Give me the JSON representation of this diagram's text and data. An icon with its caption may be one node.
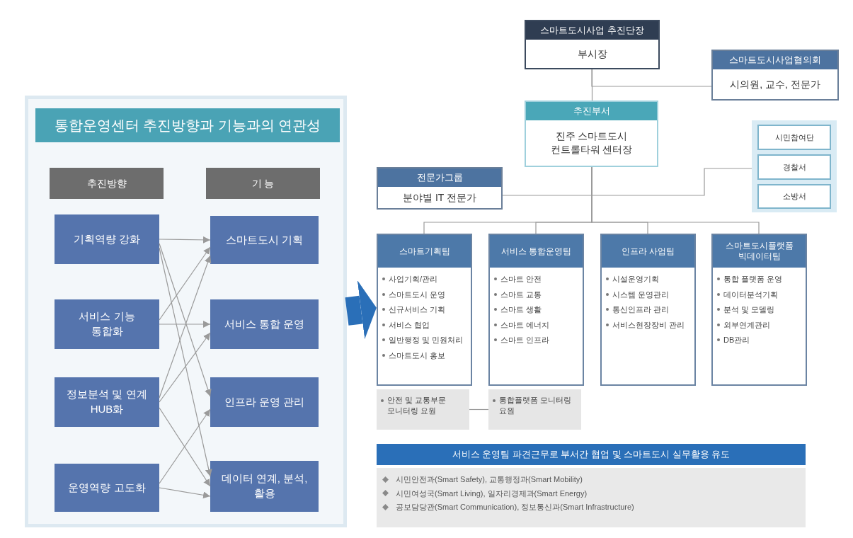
{
  "diagram": {
    "nodes": [
      {
        "text": [
          "통합운영센터 추진방향과 기능과의 연관성"
        ]
      },
      {
        "text": [
          "추진방향"
        ],
        "in": 0
      },
      {
        "text": [
          "기 능"
        ],
        "in": 0
      },
      {
        "text": [
          "기획역량 강화"
        ],
        "in": 0
      },
      {
        "text": [
          "서비스 기능 통합화"
        ],
        "in": 0
      },
      {
        "text": [
          "정보분석 및 연계 HUB화"
        ],
        "in": 0
      },
      {
        "text": [
          "운영역량 고도화"
        ],
        "in": 0
      },
      {
        "text": [
          "스마트도시 기획"
        ],
        "in": 0
      },
      {
        "text": [
          "서비스 통합 운영"
        ],
        "in": 0
      },
      {
        "text": [
          "인프라 운영 관리"
        ],
        "in": 0
      },
      {
        "text": [
          "데이터 연계, 분석, 활용"
        ],
        "in": 0
      },
      {
        "text": [
          "스마트도시사업 추진단장",
          "부시장"
        ]
      },
      {
        "text": [
          "스마트도시사업협의회",
          "시의원, 교수, 전문가"
        ]
      },
      {
        "text": [
          "추진부서",
          "진주 스마트도시 컨트롤타워 센터장"
        ]
      },
      {
        "text": [],
        "shape": "box"
      },
      {
        "text": [
          "시민참여단"
        ],
        "in": 14
      },
      {
        "text": [
          "경찰서"
        ],
        "in": 14
      },
      {
        "text": [
          "소방서"
        ],
        "in": 14
      },
      {
        "text": [
          "전문가그룹",
          "분야별 IT 전문가"
        ]
      },
      {
        "text": [
          "스마트기획팀",
          "사업기획/관리",
          "스마트도시 운영",
          "신규서비스 기획",
          "서비스 협업",
          "일반행정 및 민원처리",
          "스마트도시 홍보"
        ]
      },
      {
        "text": [
          "서비스 통합운영팀",
          "스마트 안전",
          "스마트 교통",
          "스마트 생활",
          "스마트 에너지",
          "스마트 인프라"
        ]
      },
      {
        "text": [
          "인프라 사업팀",
          "시설운영기획",
          "시스템 운영관리",
          "통신인프라 관리",
          "서비스현장장비 관리"
        ]
      },
      {
        "text": [
          "스마트도시플랫폼 빅데이터팀",
          "통합 플랫폼 운영",
          "데이터분석기획",
          "분석 및 모델링",
          "외부연계관리",
          "DB관리"
        ]
      },
      {
        "text": [
          "안전 및 교통부문 모니터링 요원"
        ]
      },
      {
        "text": [
          "통합플랫폼 모니터링 요원"
        ]
      },
      {
        "text": [
          "서비스 운영팀 파견근무로 부서간 협업 및 스마트도시 실무활용 유도",
          "시민안전과(Smart Safety), 교통행정과(Smart Mobility)",
          "시민여성국(Smart Living), 일자리경제과(Smart Energy)",
          "공보담당관(Smart Communication), 정보통신과(Smart Infrastructure)"
        ]
      }
    ],
    "edges": [
      {
        "from": 3,
        "to": 7,
        "arrow": "to"
      },
      {
        "from": 3,
        "to": 9,
        "arrow": "to"
      },
      {
        "from": 3,
        "to": 10,
        "arrow": "to"
      },
      {
        "from": 4,
        "to": 7,
        "arrow": "to"
      },
      {
        "from": 4,
        "to": 8,
        "arrow": "to"
      },
      {
        "from": 5,
        "to": 7,
        "arrow": "to"
      },
      {
        "from": 5,
        "to": 8,
        "arrow": "to"
      },
      {
        "from": 5,
        "to": 10,
        "arrow": "to"
      },
      {
        "from": 6,
        "to": 9,
        "arrow": "to"
      },
      {
        "from": 6,
        "to": 10,
        "arrow": "to"
      },
      {
        "from": 0,
        "to": 19,
        "arrow": "to",
        "style": "thick",
        "color": "#2a6fb8"
      },
      {
        "from": 11,
        "to": 13,
        "arrow": "none"
      },
      {
        "from": 11,
        "to": 12,
        "arrow": "none"
      },
      {
        "from": 13,
        "to": 18,
        "arrow": "none"
      },
      {
        "from": 13,
        "to": 14,
        "arrow": "none"
      },
      {
        "from": 13,
        "to": 19,
        "arrow": "none"
      },
      {
        "from": 13,
        "to": 20,
        "arrow": "none"
      },
      {
        "from": 13,
        "to": 21,
        "arrow": "none"
      },
      {
        "from": 13,
        "to": 22,
        "arrow": "none"
      },
      {
        "from": 23,
        "to": 24,
        "arrow": "none"
      }
    ]
  }
}
